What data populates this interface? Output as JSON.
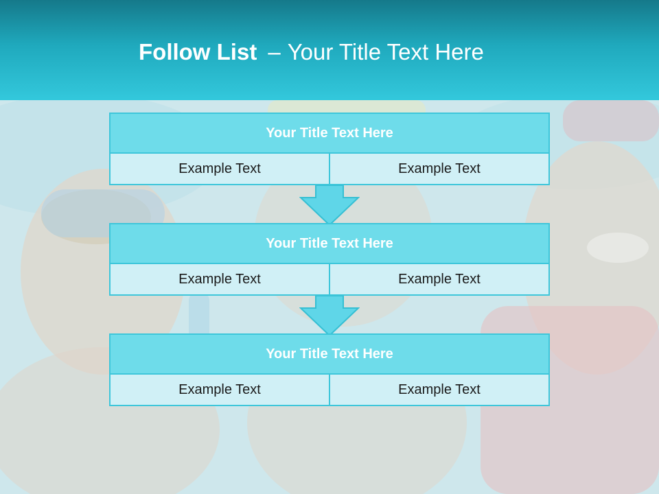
{
  "header": {
    "title_bold": "Follow List",
    "title_dash": "–",
    "title_rest": "Your Title Text Here"
  },
  "background_image": {
    "description_icon": "children-snorkeling-photo"
  },
  "blocks": [
    {
      "title": "Your Title Text Here",
      "cells": [
        "Example Text",
        "Example Text"
      ]
    },
    {
      "title": "Your Title Text Here",
      "cells": [
        "Example Text",
        "Example Text"
      ]
    },
    {
      "title": "Your Title Text Here",
      "cells": [
        "Example Text",
        "Example Text"
      ]
    }
  ],
  "colors": {
    "header_top": "#15798a",
    "header_bottom": "#33c8dc",
    "block_title": "#6edcea",
    "block_border": "#3ec6da",
    "block_cell": "#d0f0f6",
    "arrow_fill": "#5fd6e8"
  }
}
